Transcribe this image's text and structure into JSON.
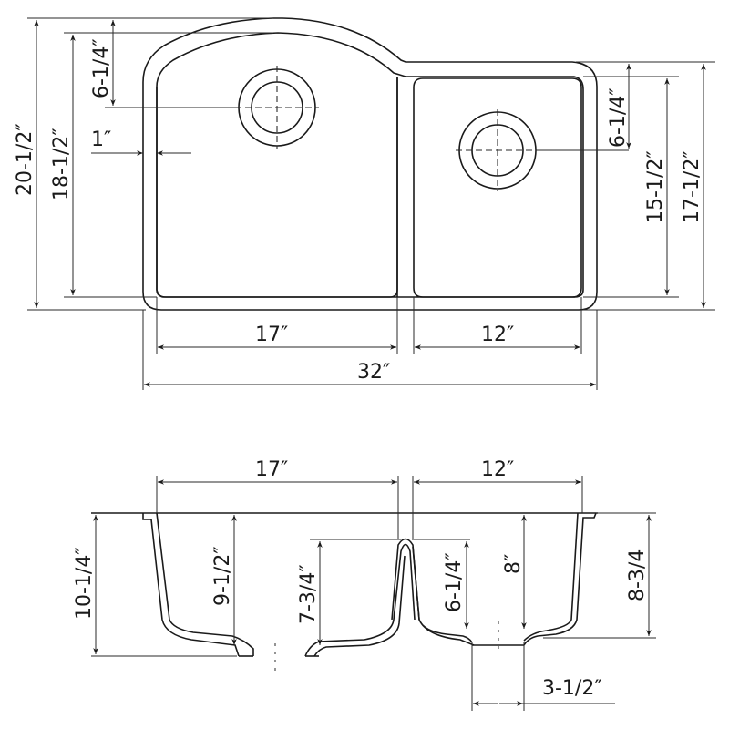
{
  "diagram": {
    "type": "technical-drawing",
    "subject": "undermount double-bowl kitchen sink, 60/40 offset with arched left bowl",
    "top_view": {
      "overall_width": "32″",
      "overall_depth": "20-1/2″",
      "left_bowl_depth": "18-1/2″",
      "right_outer_depth": "17-1/2″",
      "right_bowl_depth": "15-1/2″",
      "left_drain_offset": "6-1/4″",
      "right_drain_offset": "6-1/4″",
      "rim_width": "1″",
      "left_bowl_width": "17″",
      "right_bowl_width": "12″"
    },
    "side_view": {
      "left_bowl_width": "17″",
      "right_bowl_width": "12″",
      "left_outer_height": "10-1/4″",
      "left_bowl_depth": "9-1/2″",
      "divider_height_left": "7-3/4″",
      "divider_height_right": "6-1/4″",
      "right_bowl_depth": "8″",
      "right_outer_height": "8-3/4",
      "drain_opening": "3-1/2″"
    },
    "colors": {
      "line": "#1a1a1a",
      "background": "#ffffff"
    }
  }
}
